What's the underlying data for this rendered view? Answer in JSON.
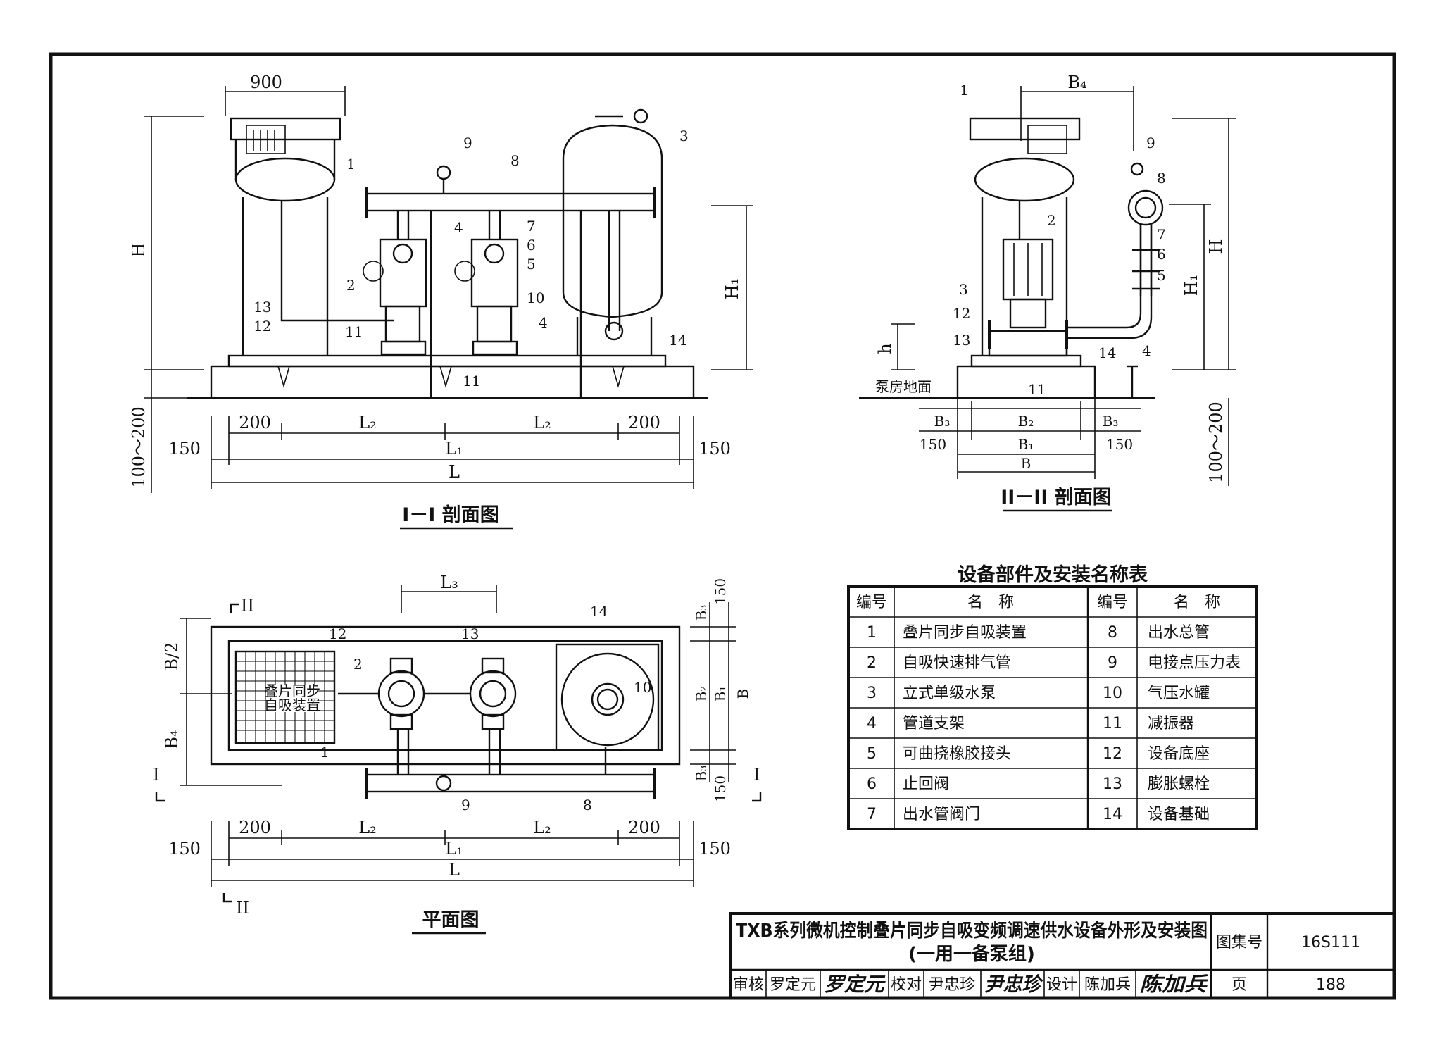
{
  "views": {
    "section_1": {
      "caption": "I－I 剖面图",
      "dims": {
        "top_width": "900",
        "H": "H",
        "H1": "H₁",
        "base": "100～200",
        "left_gap": "150",
        "right_gap": "150",
        "edge_left": "200",
        "edge_right": "200",
        "L2a": "L₂",
        "L2b": "L₂",
        "L1": "L₁",
        "L": "L"
      },
      "callouts": [
        "1",
        "2",
        "3",
        "4",
        "4",
        "5",
        "6",
        "7",
        "8",
        "9",
        "10",
        "11",
        "11",
        "12",
        "13",
        "14"
      ]
    },
    "section_2": {
      "caption": "II－II 剖面图",
      "floor_label": "泵房地面",
      "dims": {
        "B4": "B₄",
        "H": "H",
        "H1": "H₁",
        "h": "h",
        "base": "100～200",
        "B3a": "B₃",
        "B2": "B₂",
        "B3b": "B₃",
        "g1": "150",
        "B1": "B₁",
        "g2": "150",
        "B": "B"
      },
      "callouts": [
        "1",
        "2",
        "3",
        "4",
        "5",
        "6",
        "7",
        "8",
        "9",
        "11",
        "12",
        "13",
        "14"
      ]
    },
    "plan": {
      "caption": "平面图",
      "device_label_1": "叠片同步",
      "device_label_2": "自吸装置",
      "section_marks": {
        "top_II": "II",
        "left_I": "I",
        "right_I": "I",
        "bottom_II": "II"
      },
      "dims": {
        "L3": "L₃",
        "B_half": "B/2",
        "B4": "B₄",
        "B3a": "150",
        "B3a_sym": "B₃",
        "B2": "B₂",
        "B1": "B₁",
        "B": "B",
        "B3b_sym": "B₃",
        "B3b": "150",
        "edge_left": "200",
        "edge_right": "200",
        "L2a": "L₂",
        "L2b": "L₂",
        "left_gap": "150",
        "right_gap": "150",
        "L1": "L₁",
        "L": "L"
      },
      "callouts": [
        "1",
        "2",
        "8",
        "9",
        "10",
        "12",
        "13",
        "14"
      ]
    }
  },
  "parts_table": {
    "title": "设备部件及安装名称表",
    "headers": [
      "编号",
      "名　称",
      "编号",
      "名　称"
    ],
    "rows": [
      [
        "1",
        "叠片同步自吸装置",
        "8",
        "出水总管"
      ],
      [
        "2",
        "自吸快速排气管",
        "9",
        "电接点压力表"
      ],
      [
        "3",
        "立式单级水泵",
        "10",
        "气压水罐"
      ],
      [
        "4",
        "管道支架",
        "11",
        "减振器"
      ],
      [
        "5",
        "可曲挠橡胶接头",
        "12",
        "设备底座"
      ],
      [
        "6",
        "止回阀",
        "13",
        "膨胀螺栓"
      ],
      [
        "7",
        "出水管阀门",
        "14",
        "设备基础"
      ]
    ]
  },
  "title_block": {
    "title_line1": "TXB系列微机控制叠片同步自吸变频调速供水设备外形及安装图",
    "title_line2": "(一用一备泵组)",
    "atlas_label": "图集号",
    "atlas_no": "16S111",
    "page_label": "页",
    "page_no": "188",
    "review_label": "审核",
    "reviewer": "罗定元",
    "review_sig": "罗定元",
    "check_label": "校对",
    "checker": "尹忠珍",
    "check_sig": "尹忠珍",
    "design_label": "设计",
    "designer": "陈加兵",
    "design_sig": "陈加兵"
  }
}
